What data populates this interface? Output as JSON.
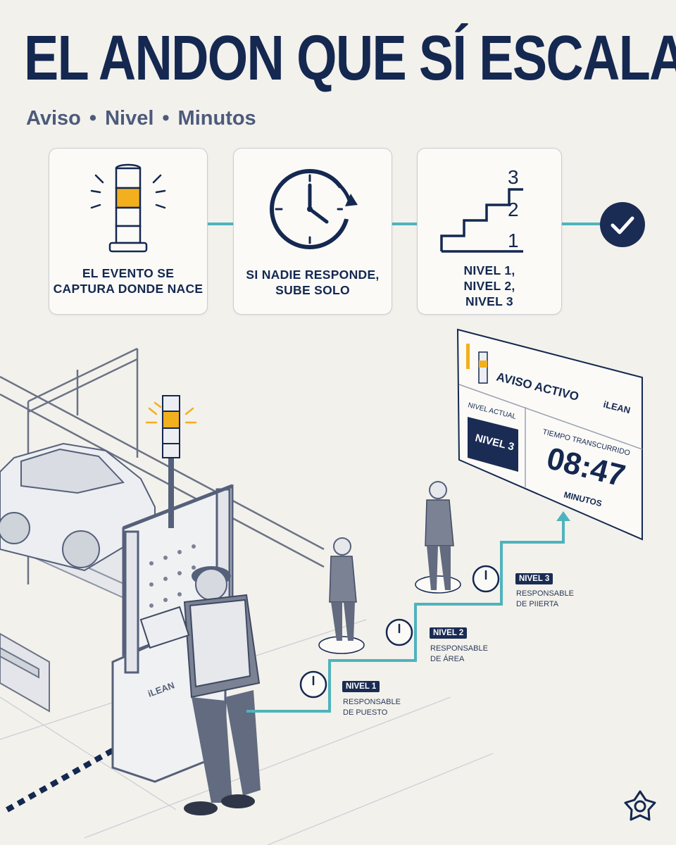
{
  "header": {
    "title": "EL ANDON QUE SÍ ESCALA",
    "subtitle": [
      "Aviso",
      "Nivel",
      "Minutos"
    ],
    "separator": "•"
  },
  "steps": [
    {
      "icon": "andon-light-icon",
      "label_lines": [
        "EL EVENTO SE",
        "CAPTURA DONDE NACE"
      ]
    },
    {
      "icon": "clock-icon",
      "label_lines": [
        "SI NADIE RESPONDE,",
        "SUBE SOLO"
      ]
    },
    {
      "icon": "stairs-icon",
      "stair_numbers": [
        "3",
        "2",
        "1"
      ],
      "label_lines": [
        "NIVEL 1,",
        "NIVEL 2,",
        "NIVEL 3"
      ]
    }
  ],
  "final_icon": "check-icon",
  "board": {
    "title": "AVISO ACTIVO",
    "brand": "iLEAN",
    "level_label": "NIVEL ACTUAL",
    "level_value": "NIVEL 3",
    "time_label": "TIEMPO TRANSCURRIDO",
    "time_value": "08:47",
    "time_unit": "MINUTOS"
  },
  "station_brand": "iLEAN",
  "escalation": [
    {
      "badge": "NIVEL 1",
      "lines": [
        "RESPONSABLE",
        "DE PUESTO"
      ]
    },
    {
      "badge": "NIVEL 2",
      "lines": [
        "RESPONSABLE",
        "DE ÁREA"
      ]
    },
    {
      "badge": "NIVEL 3",
      "lines": [
        "RESPONSABLE",
        "DE PIIERTA"
      ]
    }
  ],
  "colors": {
    "navy": "#142850",
    "teal": "#4fb3bd",
    "amber": "#f2b01e",
    "background": "#f3f1ec"
  }
}
